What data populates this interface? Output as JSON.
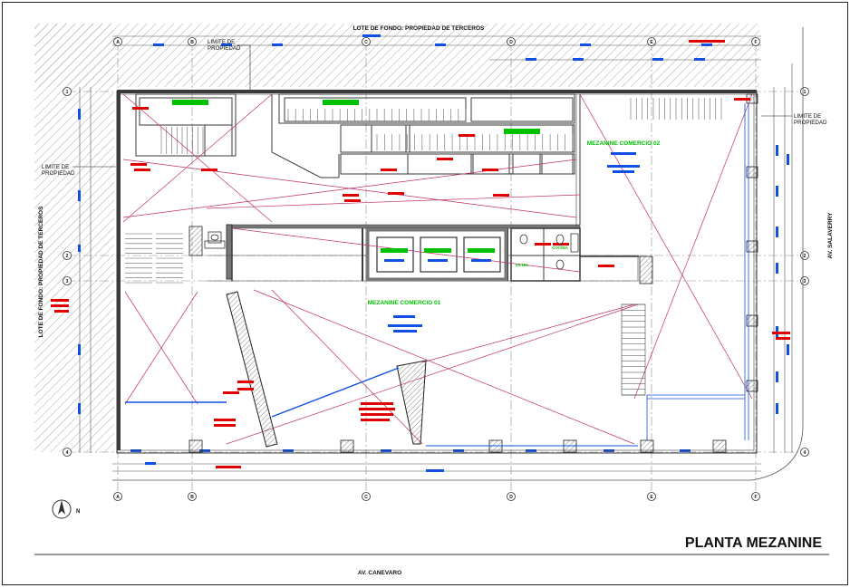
{
  "sheet": {
    "title": "PLANTA MEZANINE",
    "street_bottom": "AV. CANEVARO",
    "street_right": "AV. SALAVERRY",
    "lot_top": "LOTE DE FONDO: PROPIEDAD DE TERCEROS",
    "lot_left": "LOTE DE FONDO: PROPIEDAD DE TERCEROS",
    "property_limit": "LIMITE DE PROPIEDAD",
    "north_label": "N",
    "axes_columns": [
      "A",
      "B",
      "C",
      "D",
      "E",
      "F"
    ],
    "axes_rows": [
      "1",
      "2",
      "3",
      "4"
    ]
  },
  "rooms": {
    "mezz_02_name": "MEZANINE COMERCIO 02",
    "mezz_01_name": "MEZANINE COMERCIO 01",
    "bath_label": "SS.HH.",
    "kitchen_label": "COCINA"
  },
  "colors": {
    "wall": "#3a3a3a",
    "red_line": "#c0306a",
    "red_text": "#e00000",
    "green_text": "#00c000",
    "blue_text": "#1050e0",
    "grid_line": "#777777",
    "hatch": "#999999"
  }
}
